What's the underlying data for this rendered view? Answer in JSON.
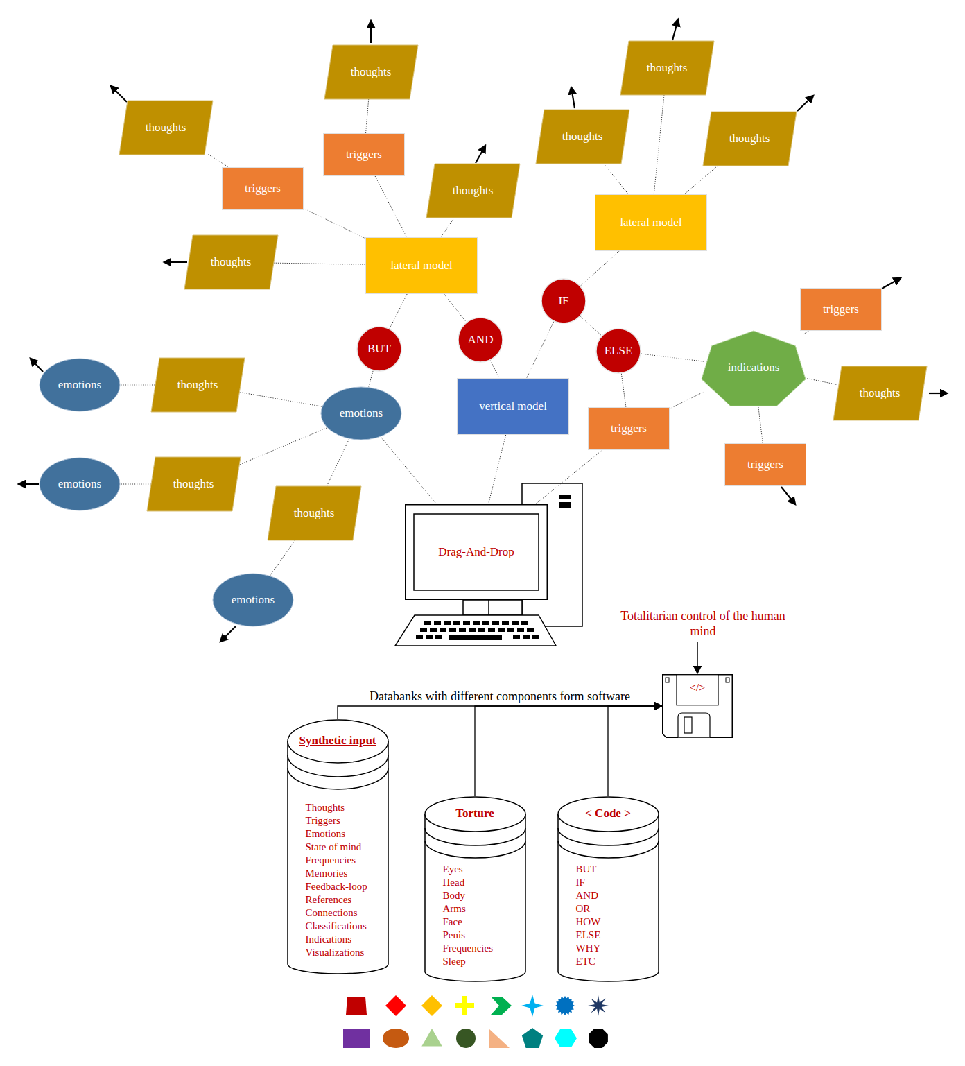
{
  "diagram": {
    "nodes": [
      {
        "text": [
          "thoughts"
        ]
      },
      {
        "text": [
          "thoughts"
        ]
      },
      {
        "text": [
          "thoughts"
        ]
      },
      {
        "text": [
          "thoughts"
        ]
      },
      {
        "text": [
          "thoughts"
        ]
      },
      {
        "text": [
          "triggers"
        ]
      },
      {
        "text": [
          "triggers"
        ]
      },
      {
        "text": [
          "thoughts"
        ]
      },
      {
        "text": [
          "lateral model"
        ]
      },
      {
        "text": [
          "thoughts"
        ]
      },
      {
        "text": [
          "lateral model"
        ]
      },
      {
        "text": [
          "IF"
        ]
      },
      {
        "text": [
          "triggers"
        ]
      },
      {
        "text": [
          "AND"
        ]
      },
      {
        "text": [
          "BUT"
        ]
      },
      {
        "text": [
          "ELSE"
        ]
      },
      {
        "text": [
          "indications"
        ]
      },
      {
        "text": [
          "emotions"
        ]
      },
      {
        "text": [
          "thoughts"
        ]
      },
      {
        "text": [
          "thoughts"
        ]
      },
      {
        "text": [
          "vertical model"
        ]
      },
      {
        "text": [
          "emotions"
        ]
      },
      {
        "text": [
          "triggers"
        ]
      },
      {
        "text": [
          "triggers"
        ]
      },
      {
        "text": [
          "emotions"
        ]
      },
      {
        "text": [
          "thoughts"
        ]
      },
      {
        "text": [
          "thoughts"
        ]
      },
      {
        "text": [
          "Drag-And-Drop"
        ]
      },
      {
        "text": [
          "emotions"
        ]
      },
      {
        "text": [
          "</>"
        ]
      },
      {
        "text": [
          "Synthetic input",
          "Thoughts",
          "Triggers",
          "Emotions",
          "State of mind",
          "Frequencies",
          "Memories",
          "Feedback-loop",
          "References",
          "Connections",
          "Classifications",
          "Indications",
          "Visualizations"
        ]
      },
      {
        "text": [
          "Torture",
          "Eyes",
          "Head",
          "Body",
          "Arms",
          "Face",
          "Penis",
          "Frequencies",
          "Sleep"
        ]
      },
      {
        "text": [
          "< Code >",
          "BUT",
          "IF",
          "AND",
          "OR",
          "HOW",
          "ELSE",
          "WHY",
          "ETC"
        ]
      }
    ],
    "edges": [
      {
        "from": 0,
        "to": 5,
        "arrow": "none"
      },
      {
        "from": 5,
        "to": 10,
        "arrow": "none"
      },
      {
        "from": 2,
        "to": 6,
        "arrow": "none"
      },
      {
        "from": 6,
        "to": 10,
        "arrow": "none"
      },
      {
        "from": 7,
        "to": 10,
        "arrow": "none"
      },
      {
        "from": 9,
        "to": 10,
        "arrow": "none"
      },
      {
        "from": 1,
        "to": 8,
        "arrow": "none"
      },
      {
        "from": 3,
        "to": 8,
        "arrow": "none"
      },
      {
        "from": 4,
        "to": 8,
        "arrow": "none"
      },
      {
        "from": 10,
        "to": 14,
        "arrow": "none"
      },
      {
        "from": 10,
        "to": 13,
        "arrow": "none"
      },
      {
        "from": 8,
        "to": 11,
        "arrow": "none"
      },
      {
        "from": 11,
        "to": 20,
        "arrow": "none"
      },
      {
        "from": 11,
        "to": 15,
        "arrow": "none"
      },
      {
        "from": 15,
        "to": 16,
        "arrow": "none"
      },
      {
        "from": 15,
        "to": 22,
        "arrow": "none"
      },
      {
        "from": 22,
        "to": 16,
        "arrow": "none"
      },
      {
        "from": 16,
        "to": 12,
        "arrow": "none"
      },
      {
        "from": 16,
        "to": 19,
        "arrow": "none"
      },
      {
        "from": 16,
        "to": 23,
        "arrow": "none"
      },
      {
        "from": 14,
        "to": 21,
        "arrow": "none"
      },
      {
        "from": 13,
        "to": 20,
        "arrow": "none"
      },
      {
        "from": 21,
        "to": 18,
        "arrow": "none"
      },
      {
        "from": 18,
        "to": 17,
        "arrow": "none"
      },
      {
        "from": 21,
        "to": 25,
        "arrow": "none"
      },
      {
        "from": 25,
        "to": 24,
        "arrow": "none"
      },
      {
        "from": 21,
        "to": 26,
        "arrow": "none"
      },
      {
        "from": 26,
        "to": 28,
        "arrow": "none"
      },
      {
        "from": 21,
        "to": 27,
        "arrow": "none"
      },
      {
        "from": 20,
        "to": 27,
        "arrow": "none"
      },
      {
        "from": 22,
        "to": 27,
        "arrow": "none"
      },
      {
        "from": 30,
        "to": 29,
        "arrow": "to",
        "label": "Databanks with different components form software"
      },
      {
        "from": 31,
        "to": 29,
        "arrow": "to"
      },
      {
        "from": 32,
        "to": 29,
        "arrow": "to"
      }
    ],
    "labels": [
      "Totalitarian control of the human mind"
    ]
  }
}
